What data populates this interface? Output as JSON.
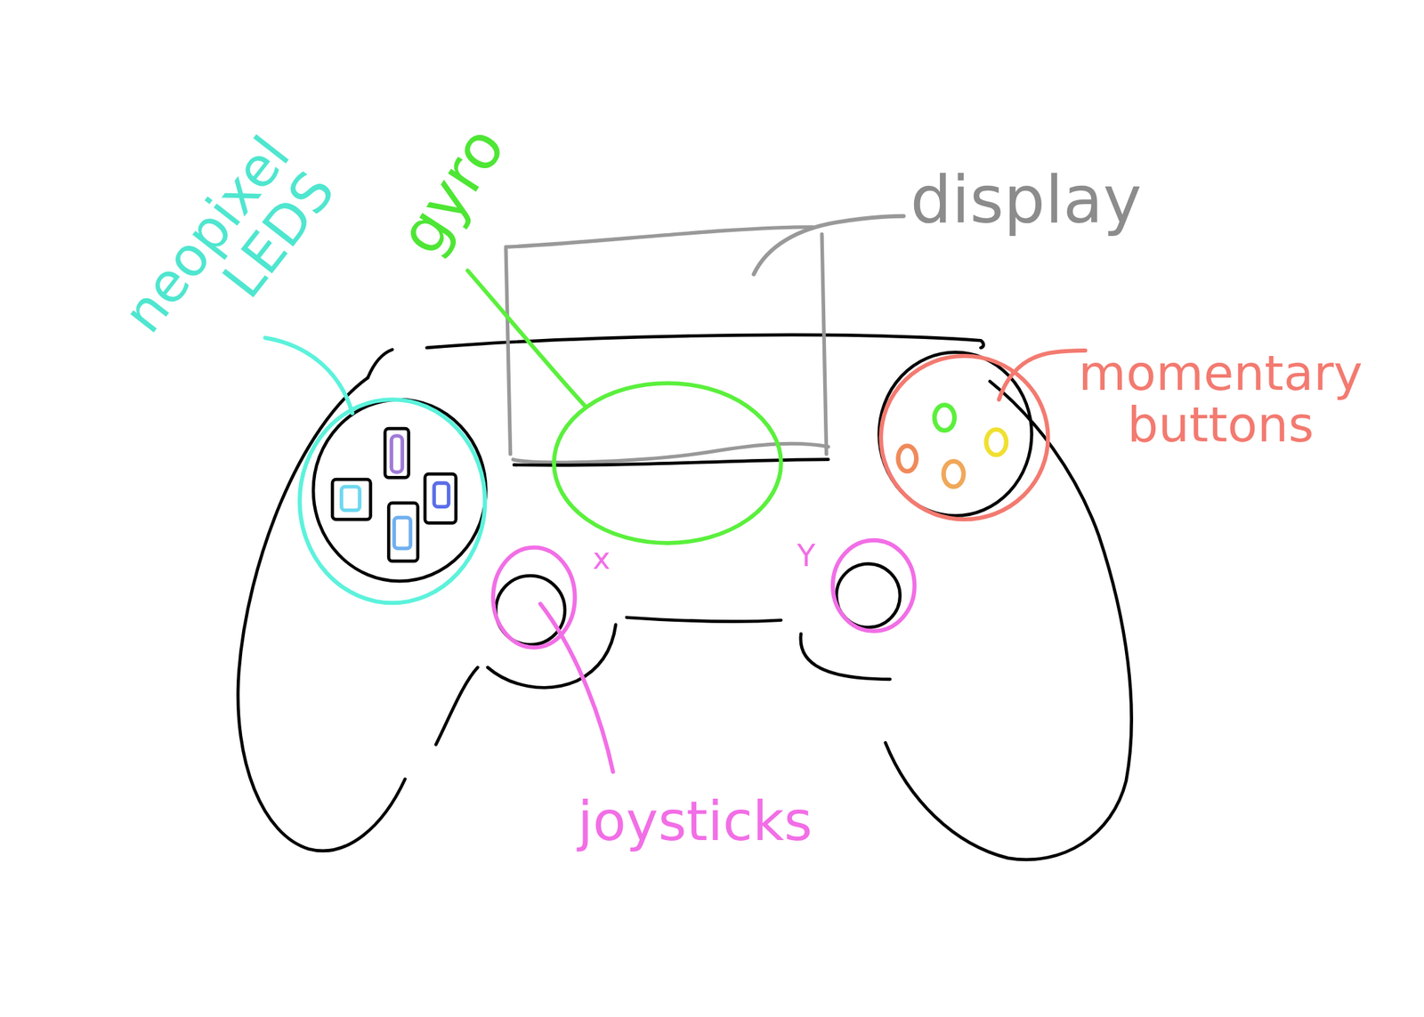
{
  "diagram": {
    "labels": [
      "neopixel LEDS",
      "gyro",
      "display",
      "momentary buttons",
      "x",
      "Y",
      "joysticks"
    ]
  }
}
